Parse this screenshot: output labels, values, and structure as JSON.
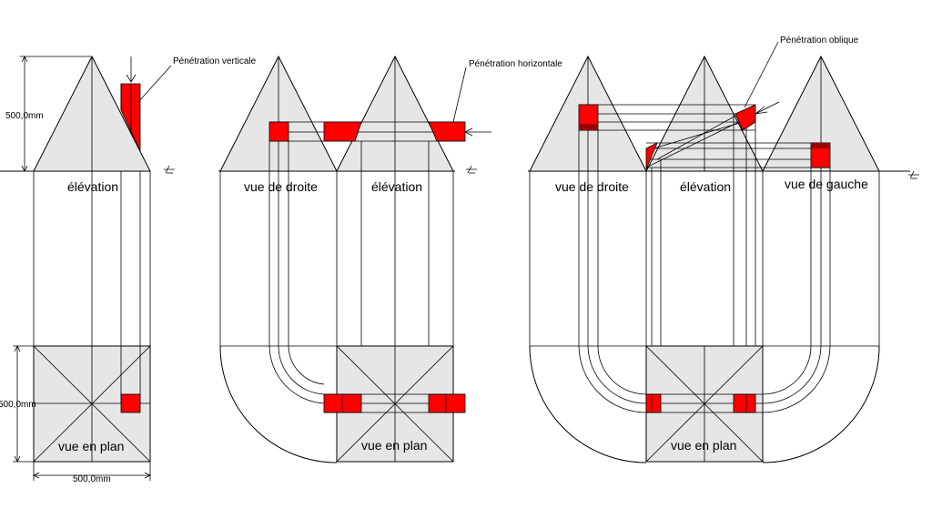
{
  "labels": {
    "elevation": "élévation",
    "plan": "vue en plan",
    "right_view": "vue de droite",
    "left_view": "vue de gauche"
  },
  "annotations": {
    "vertical": "Pénétration verticale",
    "horizontal": "Pénétration horizontale",
    "oblique": "Pénétration oblique"
  },
  "dimensions": {
    "height": "500,0mm",
    "depth": "500,0mm",
    "width": "500,0mm"
  },
  "colors": {
    "penetration": "#ff0000",
    "penetration_dark": "#990000",
    "face": "#e6e6e6"
  }
}
